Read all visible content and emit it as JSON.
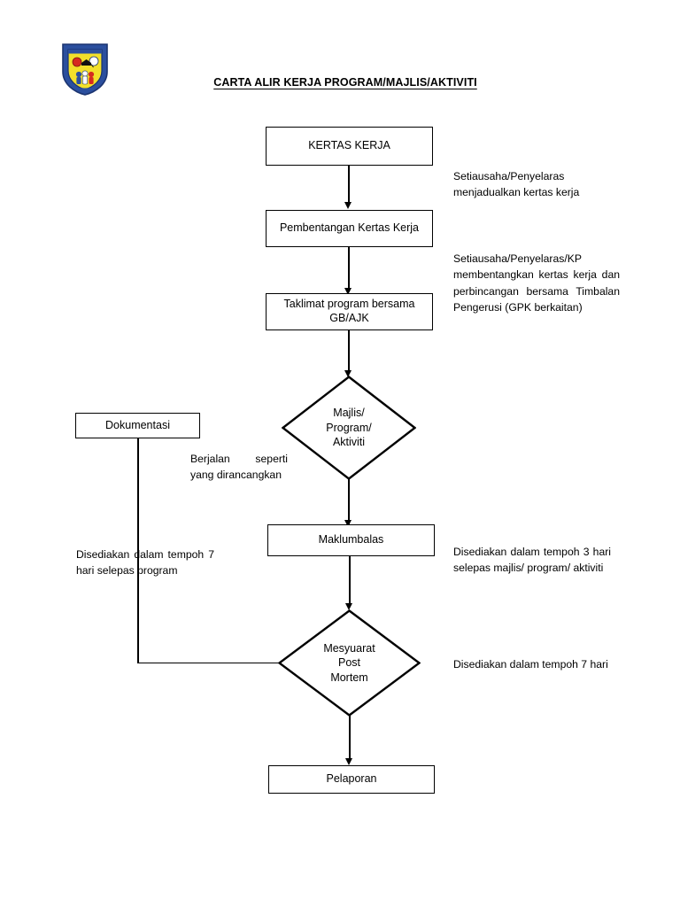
{
  "document": {
    "title": "CARTA ALIR KERJA PROGRAM/MAJLIS/AKTIVITI",
    "logo_alt": "school-crest-logo"
  },
  "flowchart": {
    "nodes": [
      {
        "id": "kertas-kerja",
        "type": "process",
        "label": "KERTAS KERJA"
      },
      {
        "id": "pembentangan",
        "type": "process",
        "label": "Pembentangan Kertas Kerja"
      },
      {
        "id": "taklimat",
        "type": "process",
        "label": "Taklimat program bersama GB/AJK"
      },
      {
        "id": "majlis-program",
        "type": "decision",
        "label": "Majlis/ Program/ Aktiviti",
        "lines": [
          "Majlis/",
          "Program/",
          "Aktiviti"
        ]
      },
      {
        "id": "dokumentasi",
        "type": "process",
        "label": "Dokumentasi"
      },
      {
        "id": "maklumbalas",
        "type": "process",
        "label": "Maklumbalas"
      },
      {
        "id": "mesyuarat-post-mortem",
        "type": "decision",
        "label": "Mesyuarat Post Mortem",
        "lines": [
          "Mesyuarat",
          "Post",
          "Mortem"
        ]
      },
      {
        "id": "pelaporan",
        "type": "process",
        "label": "Pelaporan"
      }
    ],
    "node_lines": {
      "taklimat": [
        "Taklimat program bersama",
        "GB/AJK"
      ]
    },
    "annotations": [
      {
        "id": "note-1",
        "side": "right",
        "text": "Setiausaha/Penyelaras menjadualkan kertas kerja"
      },
      {
        "id": "note-2",
        "side": "right",
        "text": "Setiausaha/Penyelaras/KP membentangkan kertas kerja dan perbincangan bersama Timbalan Pengerusi (GPK berkaitan)"
      },
      {
        "id": "note-3",
        "side": "middle",
        "text": "Berjalan seperti yang dirancangkan"
      },
      {
        "id": "note-4",
        "side": "left",
        "text": "Disediakan dalam tempoh 7 hari selepas program"
      },
      {
        "id": "note-5",
        "side": "right",
        "text": "Disediakan dalam tempoh 3 hari selepas majlis/ program/ aktiviti"
      },
      {
        "id": "note-6",
        "side": "right",
        "text": "Disediakan dalam tempoh 7 hari"
      }
    ]
  },
  "colors": {
    "stroke": "#000000",
    "background": "#ffffff",
    "crest_blue": "#2b4f9e",
    "crest_yellow": "#f2e02a",
    "crest_red": "#d62b1f",
    "crest_white": "#ffffff"
  }
}
